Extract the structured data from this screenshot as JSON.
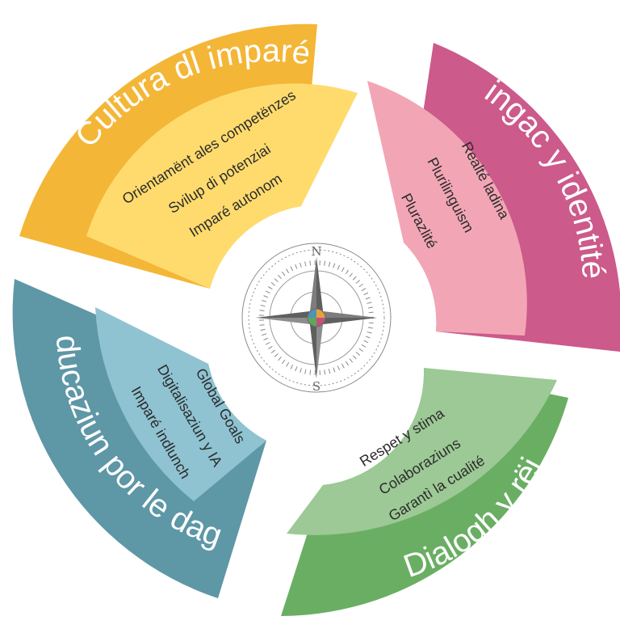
{
  "quadrants": [
    {
      "title": "Cultura dl imparé",
      "items": [
        "Orientamënt ales competënzes",
        "Svilup di potenziai",
        "Imparé autonom"
      ],
      "outer_color": "#F4B637",
      "inner_color": "#FFDB6E"
    },
    {
      "title": "Lingac y identités",
      "items": [
        "Realté ladina",
        "Plurilinguism",
        "Plurazlité"
      ],
      "outer_color": "#CC5A8A",
      "inner_color": "#F2A6B5"
    },
    {
      "title": "Dialogh y rëi",
      "items": [
        "Respet y stima",
        "Colaboraziuns",
        "Garantì la cualité"
      ],
      "outer_color": "#6AAE63",
      "inner_color": "#9CC995"
    },
    {
      "title": "Educaziun por le dagní",
      "items": [
        "Global Goals",
        "Digitalisaziun y IA",
        "Imparé indlunch"
      ],
      "outer_color": "#5E97A6",
      "inner_color": "#8FC3D2"
    }
  ],
  "compass": {
    "north": "N",
    "south": "S",
    "center_colors": [
      "#E8A13A",
      "#C0507E",
      "#5FA85B",
      "#4F93B8"
    ]
  }
}
